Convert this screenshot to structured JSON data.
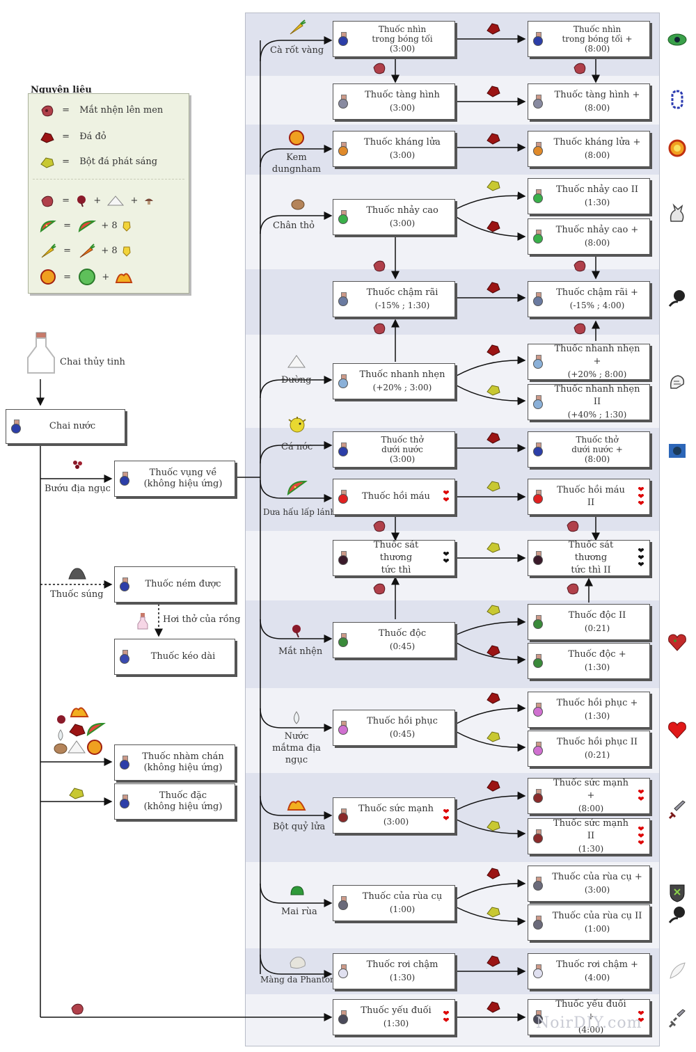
{
  "legend": {
    "title": "Nguyên liệu",
    "items": [
      {
        "icon": "fermented-spider-eye-icon",
        "eq": "=",
        "label": "Mắt nhện lên men"
      },
      {
        "icon": "redstone-icon",
        "eq": "=",
        "label": "Đá đỏ"
      },
      {
        "icon": "glowstone-dust-icon",
        "eq": "=",
        "label": "Bột đá phát sáng"
      }
    ],
    "recipes": [
      {
        "result": "fermented-spider-eye-icon",
        "eq": "=",
        "parts": [
          "spider-eye-icon",
          "+",
          "sugar-icon",
          "+",
          "mushroom-icon"
        ]
      },
      {
        "result": "glistering-melon-icon",
        "eq": "=",
        "parts": [
          "melon-slice-icon",
          "+ 8",
          "gold-nugget-icon"
        ]
      },
      {
        "result": "golden-carrot-icon",
        "eq": "=",
        "parts": [
          "carrot-icon",
          "+ 8",
          "gold-nugget-icon"
        ]
      },
      {
        "result": "magma-cream-icon",
        "eq": "=",
        "parts": [
          "slimeball-icon",
          "+",
          "blaze-powder-icon"
        ]
      }
    ]
  },
  "left": {
    "glass_bottle": "Chai thủy tinh",
    "water_bottle": "Chai nước",
    "nether_wart": "Bướu địa ngục",
    "awkward": [
      "Thuốc vụng về",
      "(không hiệu ứng)"
    ],
    "gunpowder": "Thuốc súng",
    "splash": "Thuốc ném được",
    "dragon_breath": "Hơi thở của rồng",
    "lingering": "Thuốc kéo dài",
    "mundane": [
      "Thuốc nhàm chán",
      "(không hiệu ứng)"
    ],
    "thick": [
      "Thuốc đặc",
      "(không hiệu ứng)"
    ]
  },
  "ingredients": {
    "golden_carrot": "Cà rốt vàng",
    "magma_cream": [
      "Kem dung",
      "nham"
    ],
    "rabbit_foot": "Chân thỏ",
    "sugar": "Đường",
    "pufferfish": "Cá nóc",
    "melon": "Dưa hấu lấp lánh",
    "spider_eye": "Mắt nhện",
    "ghast_tear": [
      "Nước mắt",
      "ma địa ngục"
    ],
    "blaze_powder": "Bột quỷ lửa",
    "turtle_shell": "Mai rùa",
    "phantom_membrane": "Màng da Phantom"
  },
  "potions": {
    "night_vision": [
      "Thuốc nhìn",
      "trong bóng tối",
      "(3:00)"
    ],
    "night_vision_plus": [
      "Thuốc nhìn",
      "trong bóng tối +",
      "(8:00)"
    ],
    "invisibility": [
      "Thuốc tàng hình",
      "(3:00)"
    ],
    "invisibility_plus": [
      "Thuốc tàng hình +",
      "(8:00)"
    ],
    "fire_res": [
      "Thuốc kháng lửa",
      "(3:00)"
    ],
    "fire_res_plus": [
      "Thuốc kháng lửa +",
      "(8:00)"
    ],
    "leaping": [
      "Thuốc nhảy cao",
      "(3:00)"
    ],
    "leaping_2": [
      "Thuốc nhảy cao II",
      "(1:30)"
    ],
    "leaping_plus": [
      "Thuốc nhảy cao +",
      "(8:00)"
    ],
    "slowness": [
      "Thuốc chậm rãi",
      "(-15% ; 1:30)"
    ],
    "slowness_plus": [
      "Thuốc chậm rãi +",
      "(-15% ; 4:00)"
    ],
    "swiftness": [
      "Thuốc nhanh nhẹn",
      "(+20% ; 3:00)"
    ],
    "swiftness_plus": [
      "Thuốc nhanh nhẹn +",
      "(+20% ; 8:00)"
    ],
    "swiftness_2": [
      "Thuốc nhanh nhẹn II",
      "(+40% ; 1:30)"
    ],
    "water_breathing": [
      "Thuốc thở",
      "dưới nước",
      "(3:00)"
    ],
    "water_breathing_plus": [
      "Thuốc thở",
      "dưới nước +",
      "(8:00)"
    ],
    "healing": [
      "Thuốc hồi máu"
    ],
    "healing_2": [
      "Thuốc hồi máu II"
    ],
    "harming": [
      "Thuốc sát thương",
      "tức thì"
    ],
    "harming_2": [
      "Thuốc sát thương",
      "tức thì II"
    ],
    "poison": [
      "Thuốc độc",
      "(0:45)"
    ],
    "poison_2": [
      "Thuốc độc II",
      "(0:21)"
    ],
    "poison_plus": [
      "Thuốc độc +",
      "(1:30)"
    ],
    "regen": [
      "Thuốc hồi phục",
      "(0:45)"
    ],
    "regen_plus": [
      "Thuốc hồi phục +",
      "(1:30)"
    ],
    "regen_2": [
      "Thuốc hồi phục II",
      "(0:21)"
    ],
    "strength": [
      "Thuốc sức mạnh",
      "(3:00)"
    ],
    "strength_plus": [
      "Thuốc sức mạnh +",
      "(8:00)"
    ],
    "strength_2": [
      "Thuốc sức mạnh II",
      "(1:30)"
    ],
    "turtle": [
      "Thuốc của rùa cụ",
      "(1:00)"
    ],
    "turtle_plus": [
      "Thuốc của rùa cụ +",
      "(3:00)"
    ],
    "turtle_2": [
      "Thuốc của rùa cụ II",
      "(1:00)"
    ],
    "slow_falling": [
      "Thuốc rơi chậm",
      "(1:30)"
    ],
    "slow_falling_plus": [
      "Thuốc rơi chậm +",
      "(4:00)"
    ],
    "weakness": [
      "Thuốc yếu đuối",
      "(1:30)"
    ],
    "weakness_plus": [
      "Thuốc yếu đuối +",
      "(4:00)"
    ]
  },
  "side_icons": [
    "eye-icon",
    "invisibility-icon",
    "fire-icon",
    "rabbit-icon",
    "slowness-icon",
    "speed-icon",
    "water-icon",
    "poison-heart-icon",
    "heart-icon",
    "sword-icon",
    "turtle-shield-icon",
    "feather-icon",
    "broken-sword-icon"
  ],
  "watermark": "NoirDIY.com",
  "colors": {
    "panel": "#dfe2ee",
    "redstone": "#9b1414",
    "glowstone": "#c8c832",
    "fermented": "#b0404a",
    "heart_red": "#d00000"
  }
}
